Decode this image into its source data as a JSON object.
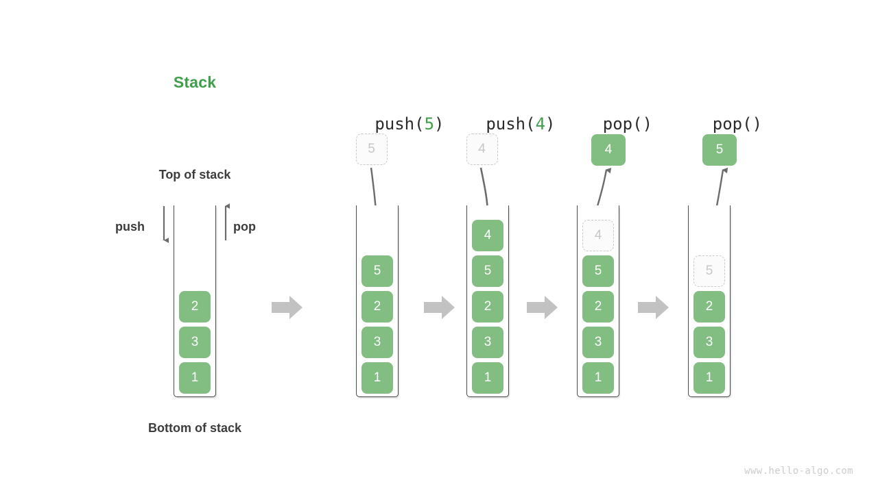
{
  "figure": {
    "title": "Stack",
    "title_color": "#3e9e4a",
    "top_label": "Top of stack",
    "bottom_label": "Bottom of stack",
    "push_label": "push",
    "pop_label": "pop",
    "watermark": "www.hello-algo.com",
    "cell_color": "#82bd82",
    "ghost_color": "#c6c6c6",
    "frame_color": "#4a4a4a",
    "flow_arrow_color": "#c2c2c2"
  },
  "diagram_data": {
    "type": "diagram",
    "structure": "stack",
    "initial_state": {
      "label": "",
      "cells_top_to_bottom": [
        "2",
        "3",
        "1"
      ]
    },
    "steps": [
      {
        "op": "push",
        "label_prefix": "push(",
        "arg": "5",
        "label_suffix": ")",
        "label_full": "push(5)",
        "floating_cell": {
          "value": "5",
          "style": "ghost",
          "position": "above"
        },
        "arrow_direction": "down",
        "cells_top_to_bottom": [
          "5",
          "2",
          "3",
          "1"
        ],
        "ghost_in_stack": null
      },
      {
        "op": "push",
        "label_prefix": "push(",
        "arg": "4",
        "label_suffix": ")",
        "label_full": "push(4)",
        "floating_cell": {
          "value": "4",
          "style": "ghost",
          "position": "above"
        },
        "arrow_direction": "down",
        "cells_top_to_bottom": [
          "4",
          "5",
          "2",
          "3",
          "1"
        ],
        "ghost_in_stack": null
      },
      {
        "op": "pop",
        "label_prefix": "pop(",
        "arg": "",
        "label_suffix": ")",
        "label_full": "pop()",
        "floating_cell": {
          "value": "4",
          "style": "solid",
          "position": "above"
        },
        "arrow_direction": "up",
        "cells_top_to_bottom": [
          "5",
          "2",
          "3",
          "1"
        ],
        "ghost_in_stack": "4"
      },
      {
        "op": "pop",
        "label_prefix": "pop(",
        "arg": "",
        "label_suffix": ")",
        "label_full": "pop()",
        "floating_cell": {
          "value": "5",
          "style": "solid",
          "position": "above"
        },
        "arrow_direction": "up",
        "cells_top_to_bottom": [
          "2",
          "3",
          "1"
        ],
        "ghost_in_stack": "5"
      }
    ]
  }
}
